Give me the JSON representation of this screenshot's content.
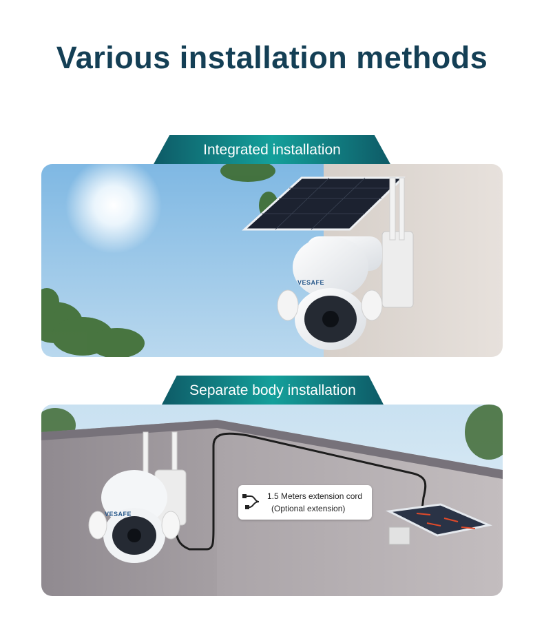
{
  "page": {
    "title": "Various installation methods"
  },
  "sections": [
    {
      "tab_label": "Integrated installation",
      "brand": "VESAFE"
    },
    {
      "tab_label": "Separate body installation",
      "brand": "VESAFE",
      "callout": {
        "line1": "1.5 Meters extension cord",
        "line2": "(Optional extension)"
      }
    }
  ],
  "colors": {
    "title": "#143f55",
    "tab_dark": "#0e5a66",
    "tab_light": "#14a09b"
  }
}
